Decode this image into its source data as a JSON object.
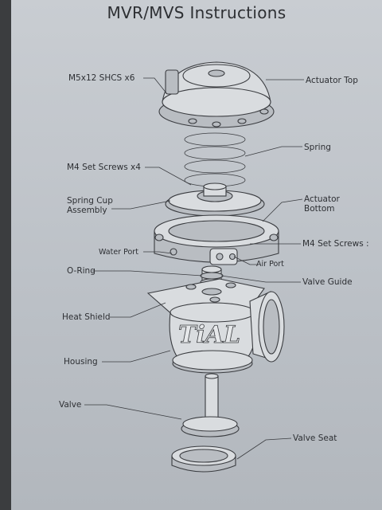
{
  "title": "MVR/MVS Instructions",
  "logo": "TiAL",
  "labels": {
    "shcs": "M5x12 SHCS x6",
    "actuator_top": "Actuator Top",
    "spring": "Spring",
    "m4_set_screws_x4": "M4 Set Screws x4",
    "spring_cup_1": "Spring Cup",
    "spring_cup_2": "Assembly",
    "actuator_bottom_1": "Actuator",
    "actuator_bottom_2": "Bottom",
    "water_port": "Water Port",
    "m4_set_screws_right": "M4 Set Screws :",
    "air_port": "Air Port",
    "o_ring": "O-Ring",
    "valve_guide": "Valve Guide",
    "heat_shield": "Heat Shield",
    "housing": "Housing",
    "valve": "Valve",
    "valve_seat": "Valve Seat"
  }
}
